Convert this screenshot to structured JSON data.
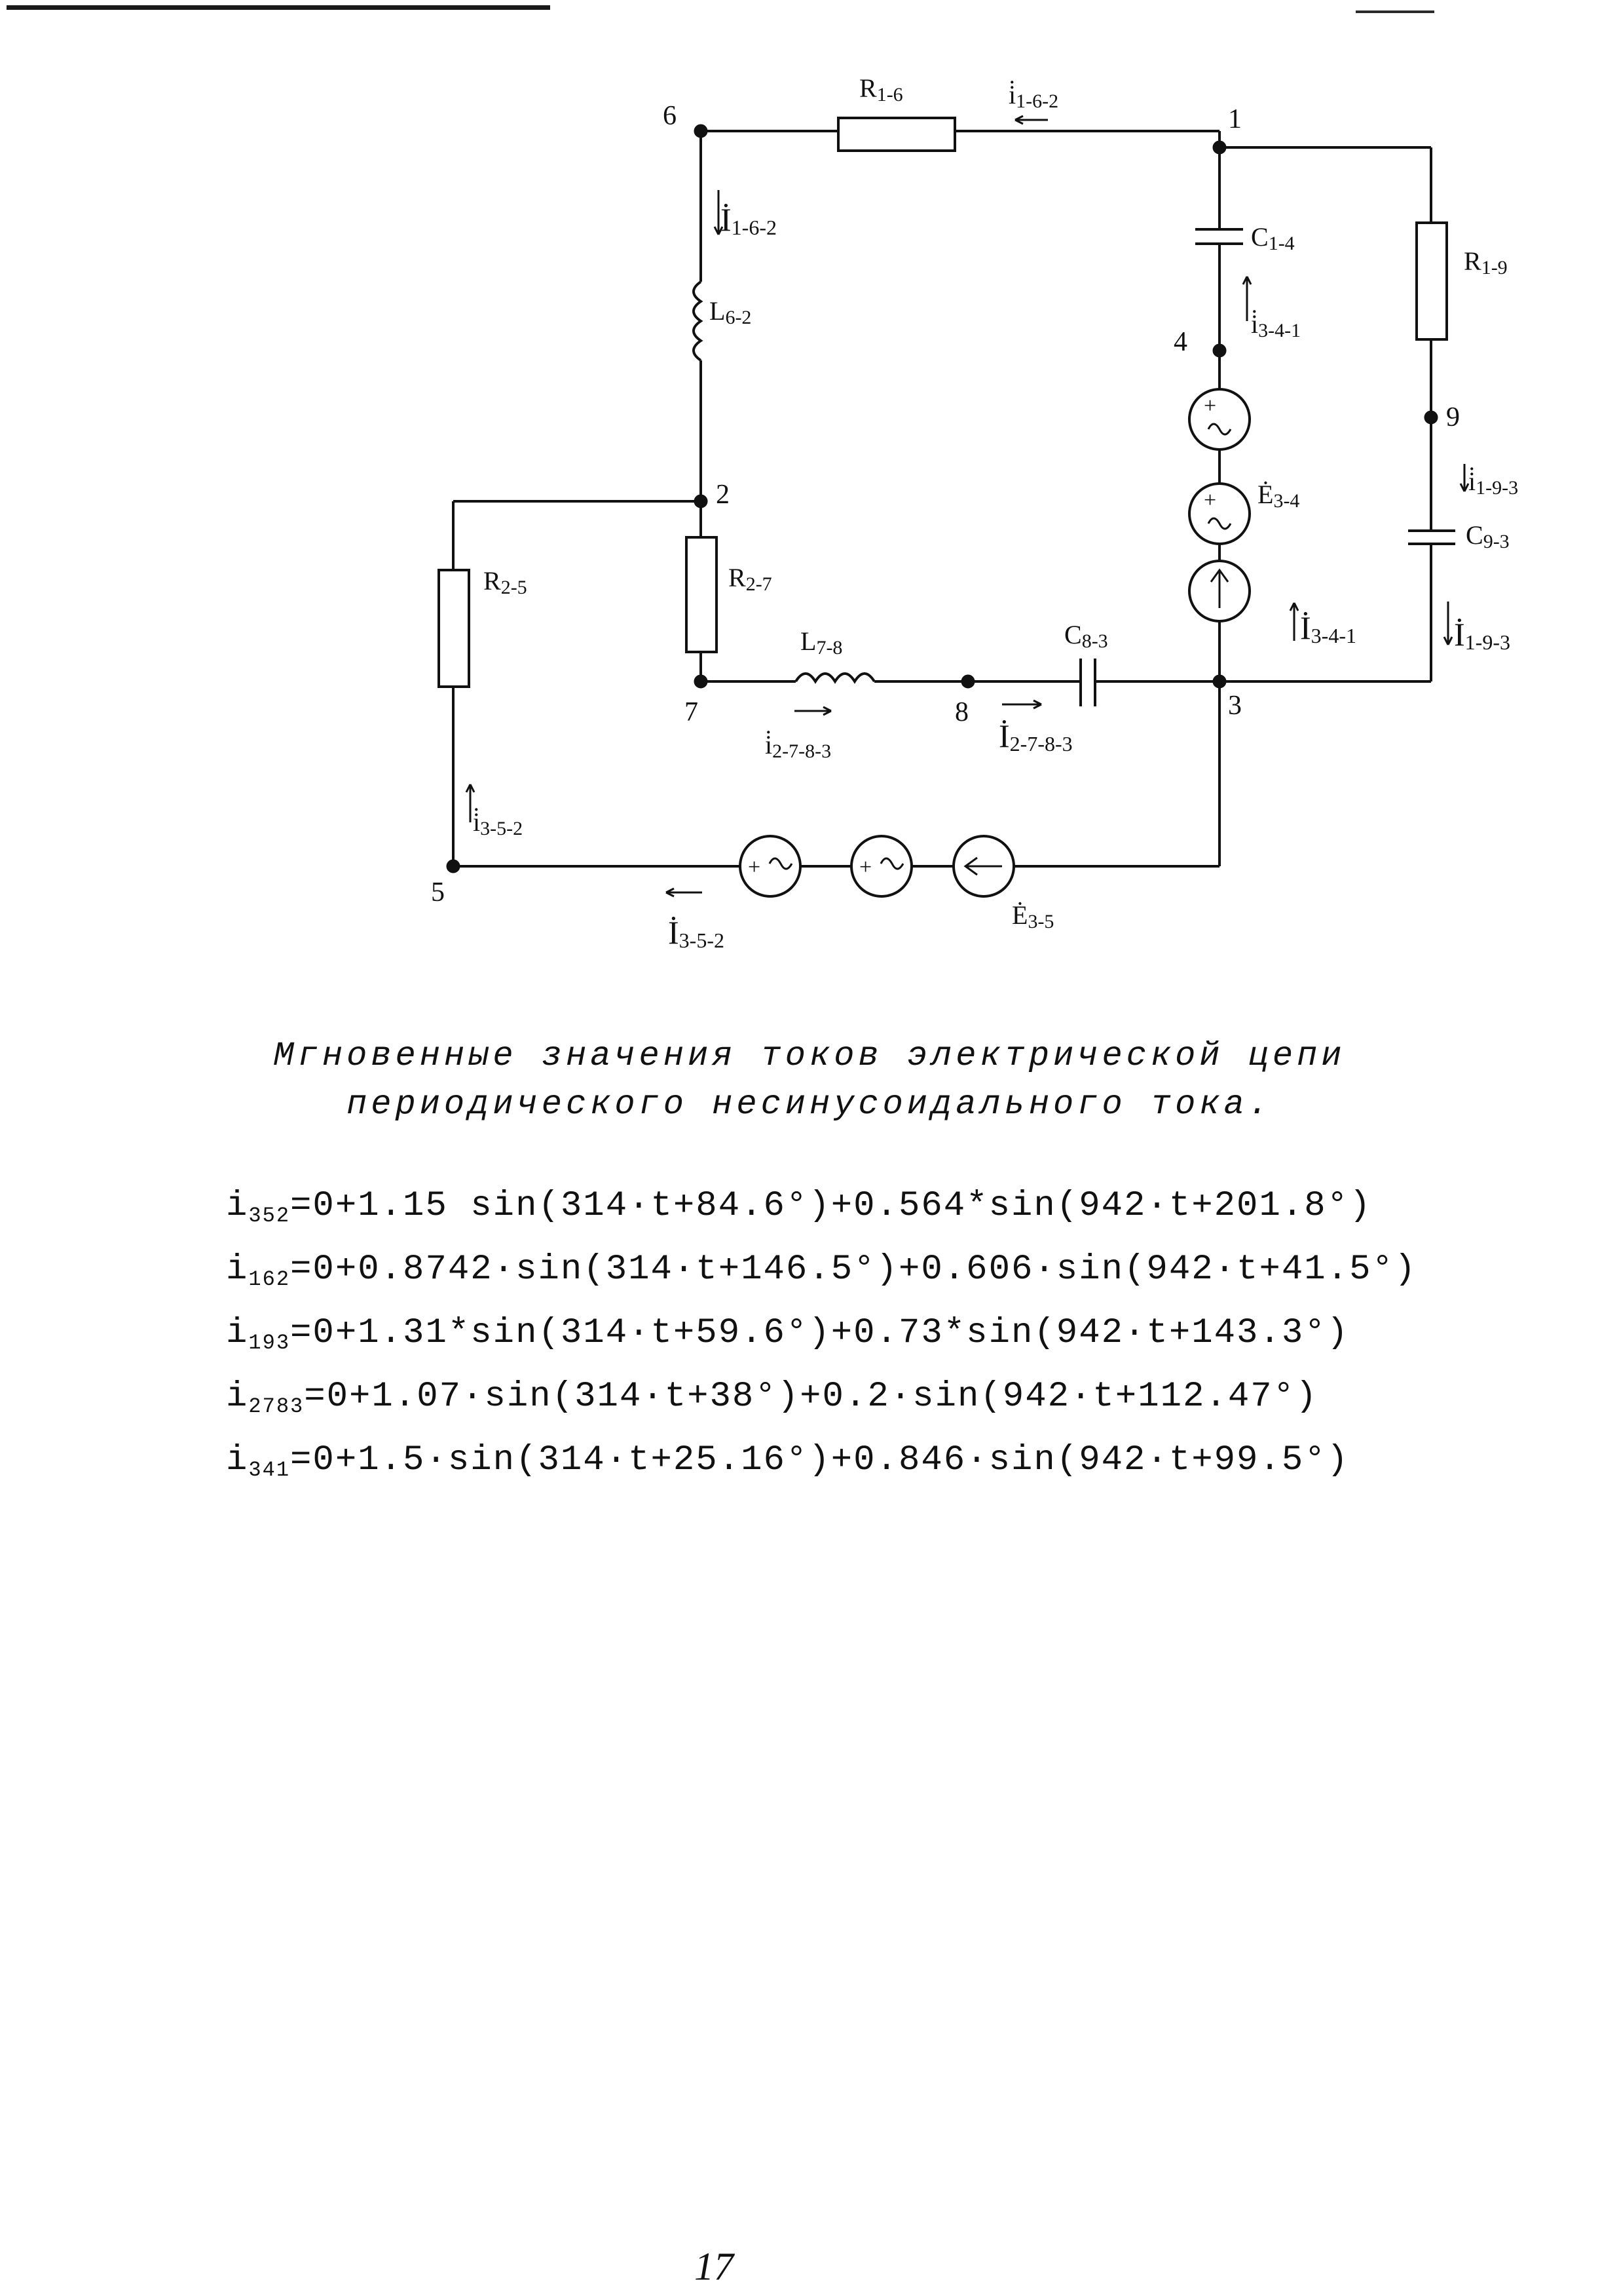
{
  "circuit": {
    "nodes": [
      "1",
      "2",
      "3",
      "4",
      "5",
      "6",
      "7",
      "8",
      "9"
    ],
    "components": {
      "R16": {
        "main": "R",
        "sub": "1-6"
      },
      "L62": {
        "main": "L",
        "sub": "6-2"
      },
      "C14": {
        "main": "C",
        "sub": "1-4"
      },
      "R19": {
        "main": "R",
        "sub": "1-9"
      },
      "R25": {
        "main": "R",
        "sub": "2-5"
      },
      "R27": {
        "main": "R",
        "sub": "2-7"
      },
      "L78": {
        "main": "L",
        "sub": "7-8"
      },
      "C83": {
        "main": "C",
        "sub": "8-3"
      },
      "C93": {
        "main": "C",
        "sub": "9-3"
      },
      "E34": {
        "main": "Ė",
        "sub": "3-4"
      },
      "E35": {
        "main": "Ė",
        "sub": "3-5"
      }
    },
    "currents": {
      "i162": {
        "main": "i̇",
        "sub": "1-6-2"
      },
      "I162": {
        "main": "İ",
        "sub": "1-6-2"
      },
      "i341": {
        "main": "i̇",
        "sub": "3-4-1"
      },
      "I341": {
        "main": "İ",
        "sub": "3-4-1"
      },
      "i193": {
        "main": "i̇",
        "sub": "1-9-3"
      },
      "I193": {
        "main": "İ",
        "sub": "1-9-3"
      },
      "i2783": {
        "main": "i̇",
        "sub": "2-7-8-3"
      },
      "I2783": {
        "main": "İ",
        "sub": "2-7-8-3"
      },
      "i352": {
        "main": "i̇",
        "sub": "3-5-2"
      },
      "I352": {
        "main": "İ",
        "sub": "3-5-2"
      }
    }
  },
  "caption": {
    "line1": "Мгновенные значения токов электрической цепи",
    "line2": "периодического несинусоидального тока."
  },
  "formulas": [
    {
      "name": "i",
      "sub": "352",
      "expr": "=0+1.15 sin(314·t+84.6°)+0.564*sin(942·t+201.8°)"
    },
    {
      "name": "i",
      "sub": "162",
      "expr": "=0+0.8742·sin(314·t+146.5°)+0.606·sin(942·t+41.5°)"
    },
    {
      "name": "i",
      "sub": "193",
      "expr": "=0+1.31*sin(314·t+59.6°)+0.73*sin(942·t+143.3°)"
    },
    {
      "name": "i",
      "sub": "2783",
      "expr": "=0+1.07·sin(314·t+38°)+0.2·sin(942·t+112.47°)"
    },
    {
      "name": "i",
      "sub": "341",
      "expr": "=0+1.5·sin(314·t+25.16°)+0.846·sin(942·t+99.5°)"
    }
  ],
  "page_number": "17"
}
